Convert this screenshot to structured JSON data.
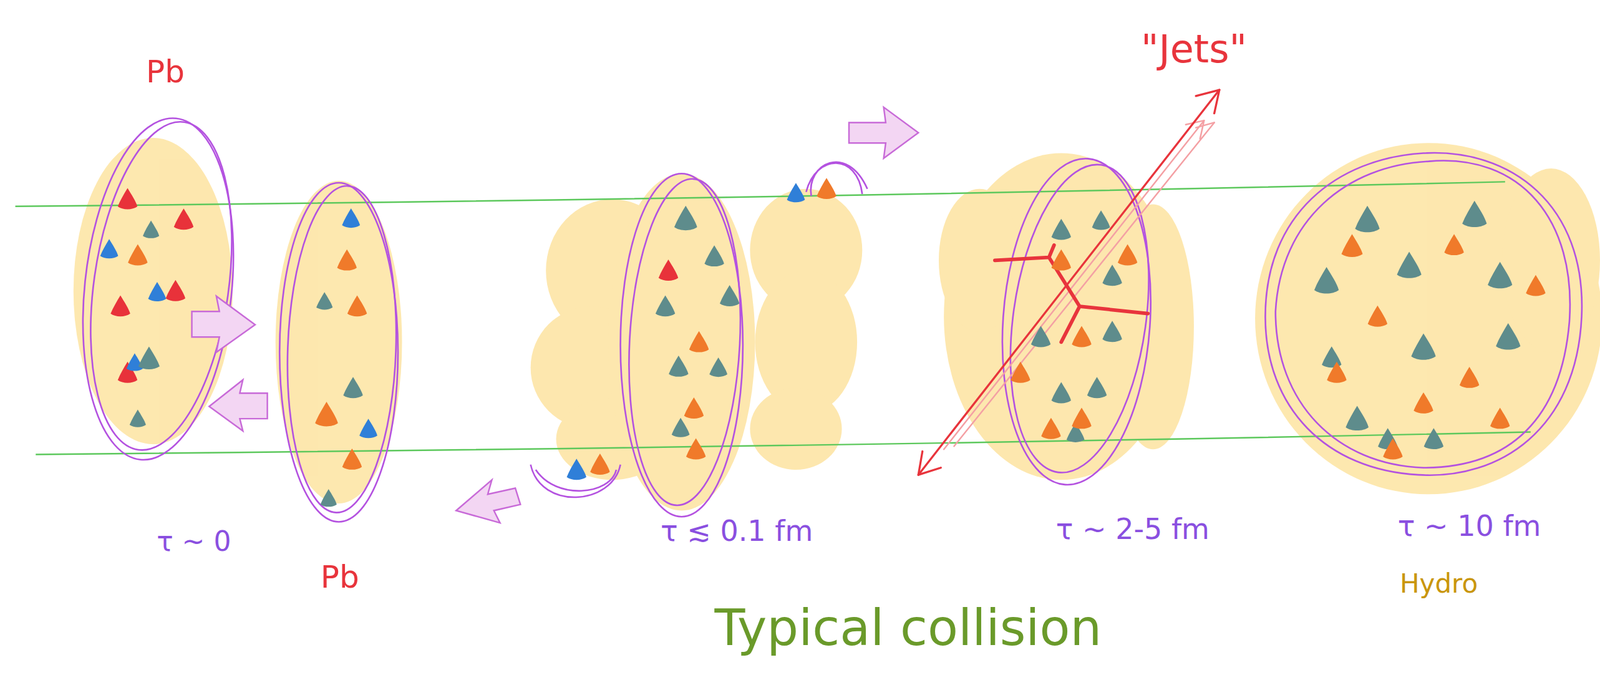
{
  "diagram": {
    "caption": "Typical collision",
    "labels": [
      "Pb",
      "Pb",
      "τ ~ 0",
      "τ ≲ 0.1 fm",
      "\"Jets\"",
      "τ ~ 2-5 fm",
      "τ ~ 10 fm",
      "Hydro"
    ]
  }
}
